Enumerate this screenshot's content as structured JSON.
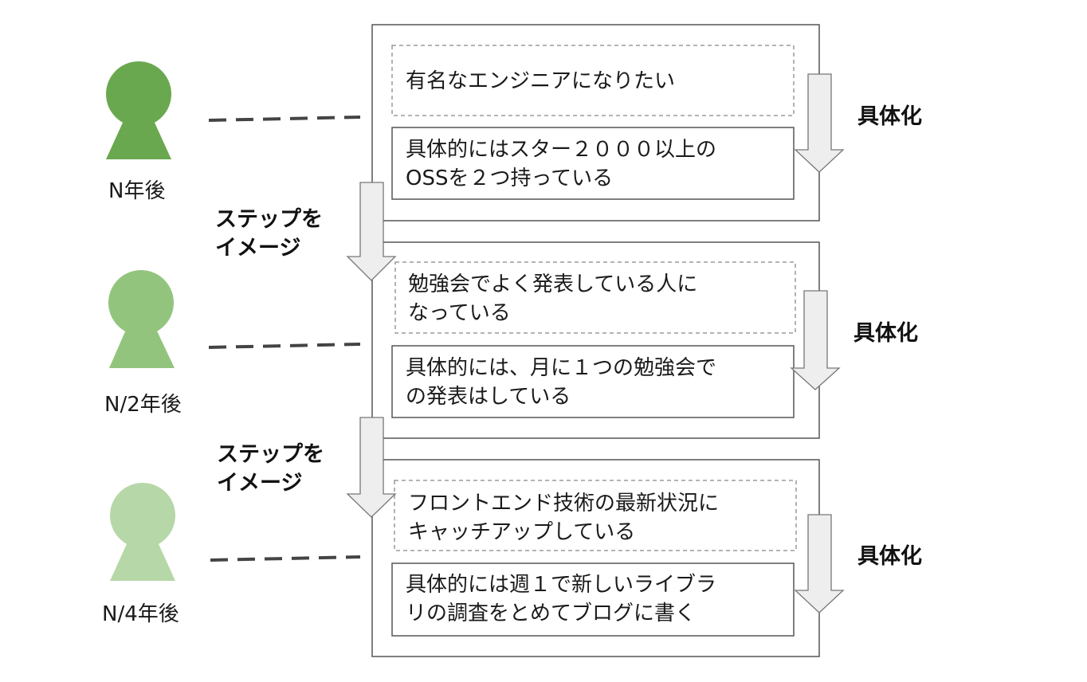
{
  "stages": [
    {
      "label": "N年後",
      "color": "#6aa84f",
      "goal": "有名なエンジニアになりたい",
      "concrete": "具体的にはスター２０００以上の\nOSSを２つ持っている",
      "arrow_label": "具体化"
    },
    {
      "label": "N/2年後",
      "color": "#93c47d",
      "goal": "勉強会でよく発表している人に\nなっている",
      "concrete": "具体的には、月に１つの勉強会で\nの発表はしている",
      "arrow_label": "具体化"
    },
    {
      "label": "N/4年後",
      "color": "#b6d7a8",
      "goal": "フロントエンド技術の最新状況に\nキャッチアップしている",
      "concrete": "具体的には週１で新しいライブラ\nリの調査をとめてブログに書く",
      "arrow_label": "具体化"
    }
  ],
  "step_labels": [
    "ステップを\nイメージ",
    "ステップを\nイメージ"
  ],
  "colors": {
    "outline": "#555555",
    "dashed": "#888888",
    "arrow_fill": "#eeeeee",
    "arrow_stroke": "#777777",
    "connector": "#444444"
  }
}
